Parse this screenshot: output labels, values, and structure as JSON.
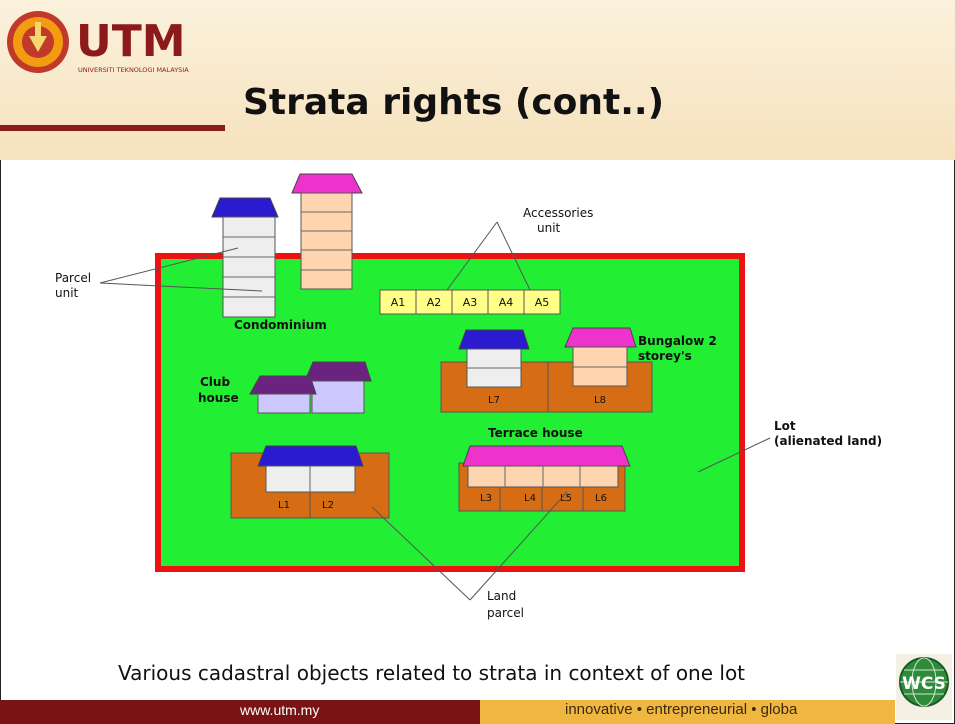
{
  "logo": {
    "brand": "UTM",
    "sub": "UNIVERSITI TEKNOLOGI MALAYSIA"
  },
  "title": "Strata rights (cont..)",
  "diagram": {
    "parcel_unit": [
      "Parcel",
      "unit"
    ],
    "accessories_unit": [
      "Accessories",
      "unit"
    ],
    "condominium": "Condominium",
    "club_house": [
      "Club",
      "house"
    ],
    "bungalow": [
      "Bungalow 2",
      "storey's"
    ],
    "terrace_house": "Terrace house",
    "lot": [
      "Lot",
      "(alienated land)"
    ],
    "land_parcel": [
      "Land",
      "parcel"
    ],
    "accessory_units": [
      "A1",
      "A2",
      "A3",
      "A4",
      "A5"
    ],
    "parcels": [
      "L1",
      "L2",
      "L3",
      "L4",
      "L5",
      "L6",
      "L7",
      "L8"
    ]
  },
  "caption": "Various cadastral objects related to strata in context of one lot",
  "footer": {
    "url": "www.utm.my",
    "tagline": "innovative • entrepreneurial • globa"
  },
  "wcs_logo": "WCS",
  "colors": {
    "lot_fill": "#22ee33",
    "lot_border": "#ee1111",
    "parcel": "#d66d14",
    "roof_blue": "#2a1ad0",
    "roof_magenta": "#ee33cc",
    "roof_purple": "#6b2380",
    "accessory": "#ffff88",
    "header_rule": "#8d1a1a",
    "footer_left": "#7a1414",
    "footer_right": "#f0b642"
  }
}
